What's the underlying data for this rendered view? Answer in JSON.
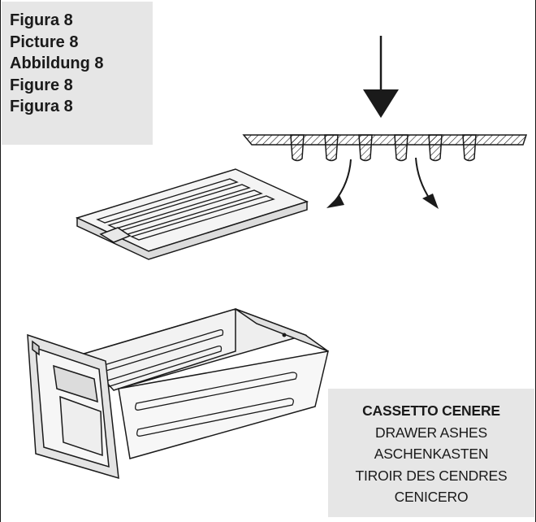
{
  "figure_captions": [
    "Figura 8",
    "Picture 8",
    "Abbildung 8",
    "Figure 8",
    "Figura 8"
  ],
  "part_labels": [
    "CASSETTO  CENERE",
    "DRAWER  ASHES",
    "ASCHENKASTEN",
    "TIROIR DES CENDRES",
    "CENICERO"
  ],
  "colors": {
    "caption_bg": "#e6e6e6",
    "text": "#1a1a1a",
    "line": "#1a1a1a"
  },
  "icons": [
    "down-arrow-icon",
    "curved-arrow-icon"
  ]
}
